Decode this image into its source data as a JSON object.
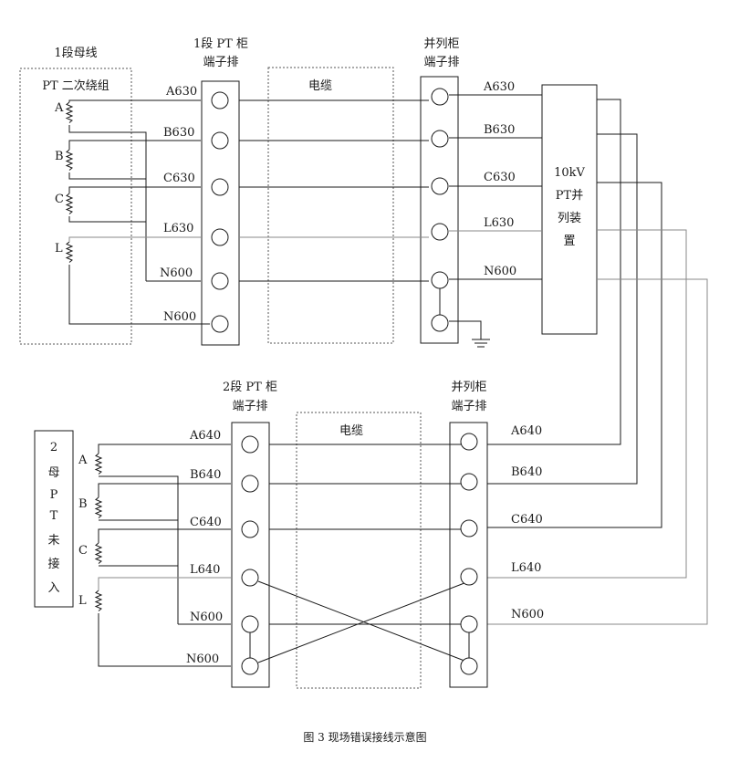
{
  "top": {
    "bus_title": "1段母线",
    "winding_title": "PT 二次绕组",
    "phases": [
      "A",
      "B",
      "C",
      "L"
    ],
    "cabinet_title_1": "1段 PT 柜",
    "cabinet_title_2": "端子排",
    "cable_label": "电缆",
    "parallel_title_1": "并列柜",
    "parallel_title_2": "端子排",
    "left_terminals": [
      "A630",
      "B630",
      "C630",
      "L630",
      "N600",
      "N600"
    ],
    "right_terminals": [
      "A630",
      "B630",
      "C630",
      "L630",
      "N600"
    ]
  },
  "device": {
    "line1": "10kV",
    "line2": "PT并",
    "line3": "列装",
    "line4": "置"
  },
  "bottom": {
    "box_chars": [
      "2",
      "母",
      "P",
      "T",
      "未",
      "接",
      "入"
    ],
    "phases": [
      "A",
      "B",
      "C",
      "L"
    ],
    "cabinet_title_1": "2段 PT 柜",
    "cabinet_title_2": "端子排",
    "cable_label": "电缆",
    "parallel_title_1": "并列柜",
    "parallel_title_2": "端子排",
    "left_terminals": [
      "A640",
      "B640",
      "C640",
      "L640",
      "N600",
      "N600"
    ],
    "right_terminals": [
      "A640",
      "B640",
      "C640",
      "L640",
      "N600"
    ]
  },
  "caption": "图 3 现场错误接线示意图",
  "colors": {
    "line": "#1a1a1a",
    "dashed": "#555555",
    "thin": "#8a8a8a"
  }
}
